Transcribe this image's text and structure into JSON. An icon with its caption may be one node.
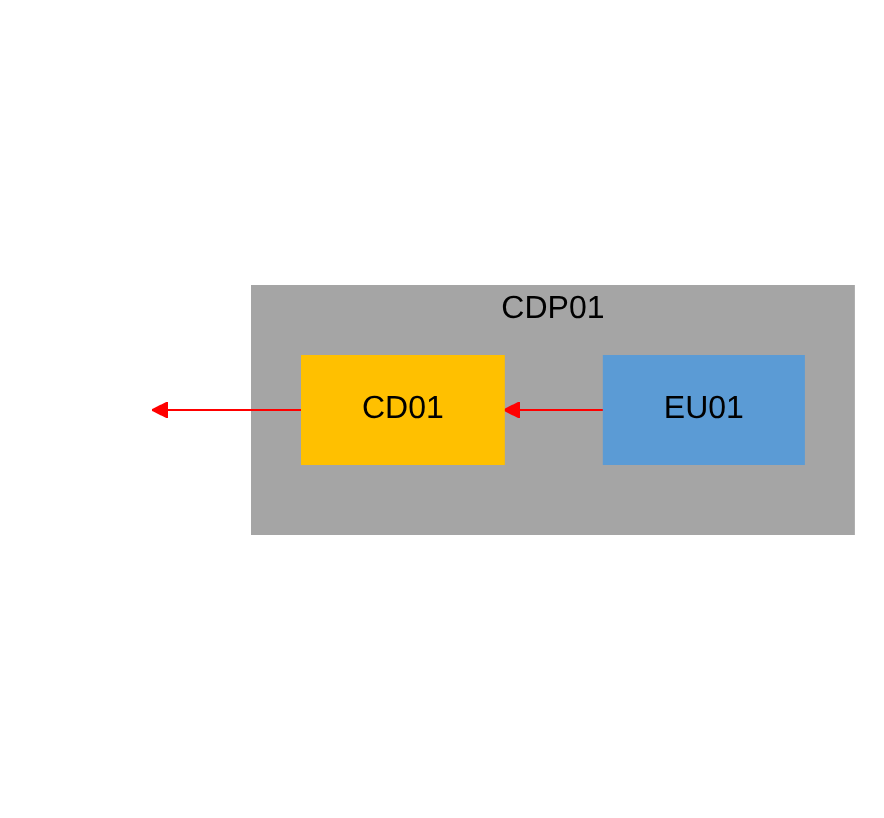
{
  "diagram": {
    "nodes": [
      {
        "text": [
          "CDP01"
        ]
      },
      {
        "text": [
          "CD01"
        ],
        "in": 0
      },
      {
        "text": [
          "EU01"
        ],
        "in": 0
      }
    ],
    "edges": [
      {
        "from": 2,
        "to": 1,
        "arrow": "to"
      },
      {
        "from": 1,
        "to": null,
        "arrow": "to"
      }
    ]
  }
}
